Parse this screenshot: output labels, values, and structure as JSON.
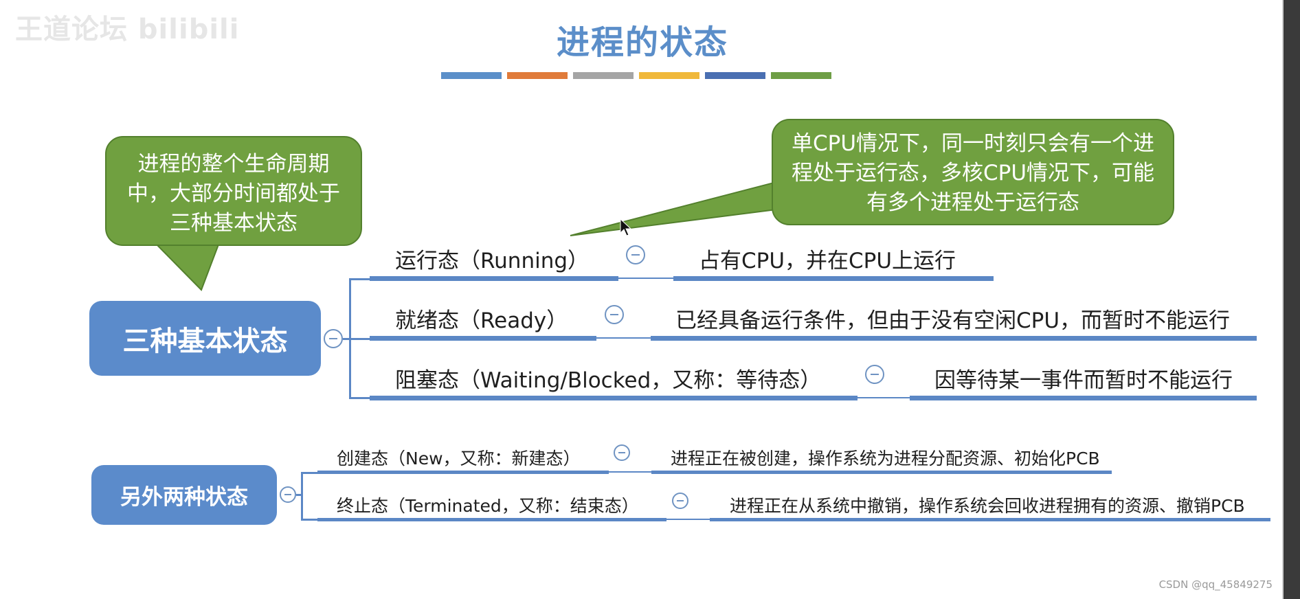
{
  "watermark": "王道论坛 bilibili",
  "slide": {
    "title": "进程的状态",
    "title_color": "#5b8ec9",
    "bar_colors": [
      "#5b8fc9",
      "#e07b3a",
      "#a5a5a5",
      "#f0b83a",
      "#4a6fb2",
      "#6e9e45"
    ]
  },
  "callouts": {
    "left": "进程的整个生命周期中，大部分时间都处于三种基本状态",
    "right": "单CPU情况下，同一时刻只会有一个进程处于运行态，多核CPU情况下，可能有多个进程处于运行态",
    "fill_color": "#70a040"
  },
  "basic_states": {
    "root": "三种基本状态",
    "items": [
      {
        "name": "运行态（Running）",
        "desc": "占有CPU，并在CPU上运行"
      },
      {
        "name": "就绪态（Ready）",
        "desc": "已经具备运行条件，但由于没有空闲CPU，而暂时不能运行"
      },
      {
        "name": "阻塞态（Waiting/Blocked，又称：等待态）",
        "desc": "因等待某一事件而暂时不能运行"
      }
    ]
  },
  "other_states": {
    "root": "另外两种状态",
    "items": [
      {
        "name": "创建态（New，又称：新建态）",
        "desc": "进程正在被创建，操作系统为进程分配资源、初始化PCB"
      },
      {
        "name": "终止态（Terminated，又称：结束态）",
        "desc": "进程正在从系统中撤销，操作系统会回收进程拥有的资源、撤销PCB"
      }
    ]
  },
  "node_color": "#5b8bcb",
  "footer_watermark": "CSDN @qq_45849275"
}
